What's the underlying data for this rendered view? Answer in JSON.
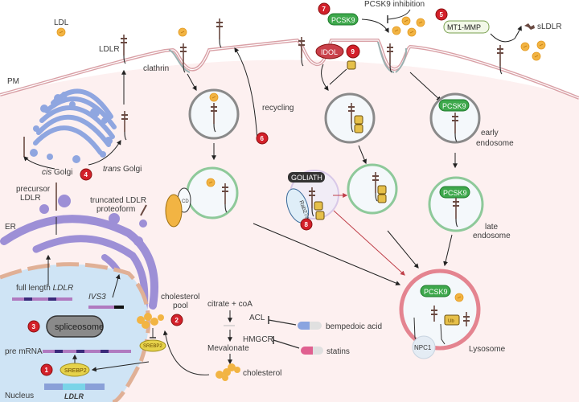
{
  "figure": {
    "title": "LDLR regulation pathways",
    "colors": {
      "cytoplasm": "#fdf0f0",
      "membrane": "#d9a0a6",
      "golgi": "#8fa6e0",
      "er": "#9d8fd6",
      "nucleus": "#cfe4f5",
      "nuclear_envelope": "#e0b096",
      "ldl": "#f2b443",
      "ldlr": "#6a4a42",
      "step_badge": "#d3202a",
      "pcsk9": "#3ea84c",
      "early_endosome": "#9a9a9a",
      "late_endosome": "#8ec99a",
      "lysosome": "#e48490",
      "idol": "#c9404a",
      "goliath": "#333333",
      "ub": "#e6c04a"
    }
  },
  "labels": {
    "ldl": "LDL",
    "ldlr": "LDLR",
    "pm": "PM",
    "clathrin": "clathrin",
    "recycling": "recycling",
    "cis_golgi": "cis",
    "golgi_word": "Golgi",
    "trans_golgi": "trans",
    "precursor_ldlr_1": "precursor",
    "precursor_ldlr_2": "LDLR",
    "truncated_1": "truncated LDLR",
    "truncated_2": "proteoform",
    "er": "ER",
    "full_length_1": "full length",
    "full_length_2": "LDLR",
    "ivs3": "IVS3",
    "cholesterol_pool_1": "cholesterol",
    "cholesterol_pool_2": "pool",
    "spliceosome": "spliceosome",
    "pre_mrna": "pre mRNA",
    "srebp2": "SREBP2",
    "nucleus": "Nucleus",
    "ldlr_gene": "LDLR",
    "pcsk9": "PCSK9",
    "pcsk9_inhibition": "PCSK9 inhibition",
    "mt1_mmp": "MT1-MMP",
    "sldlr": "sLDLR",
    "idol": "IDOL",
    "ub": "Ub",
    "early_endosome_1": "early",
    "early_endosome_2": "endosome",
    "late_endosome_1": "late",
    "late_endosome_2": "endosome",
    "goliath": "GOLIATH",
    "rab27a": "Rab27a",
    "lysosome": "Lysosome",
    "npc1": "NPC1",
    "citrate_coa": "citrate + coA",
    "acl": "ACL",
    "hmgcr": "HMGCR",
    "mevalonate": "Mevalonate",
    "cholesterol": "cholesterol",
    "bempedoic_acid": "bempedoic acid",
    "statins": "statins",
    "cd": "CD"
  },
  "steps": [
    {
      "id": "1",
      "label": "1"
    },
    {
      "id": "2",
      "label": "2"
    },
    {
      "id": "3",
      "label": "3"
    },
    {
      "id": "4",
      "label": "4"
    },
    {
      "id": "5",
      "label": "5"
    },
    {
      "id": "6",
      "label": "6"
    },
    {
      "id": "7",
      "label": "7"
    },
    {
      "id": "8",
      "label": "8"
    },
    {
      "id": "9",
      "label": "9"
    }
  ]
}
